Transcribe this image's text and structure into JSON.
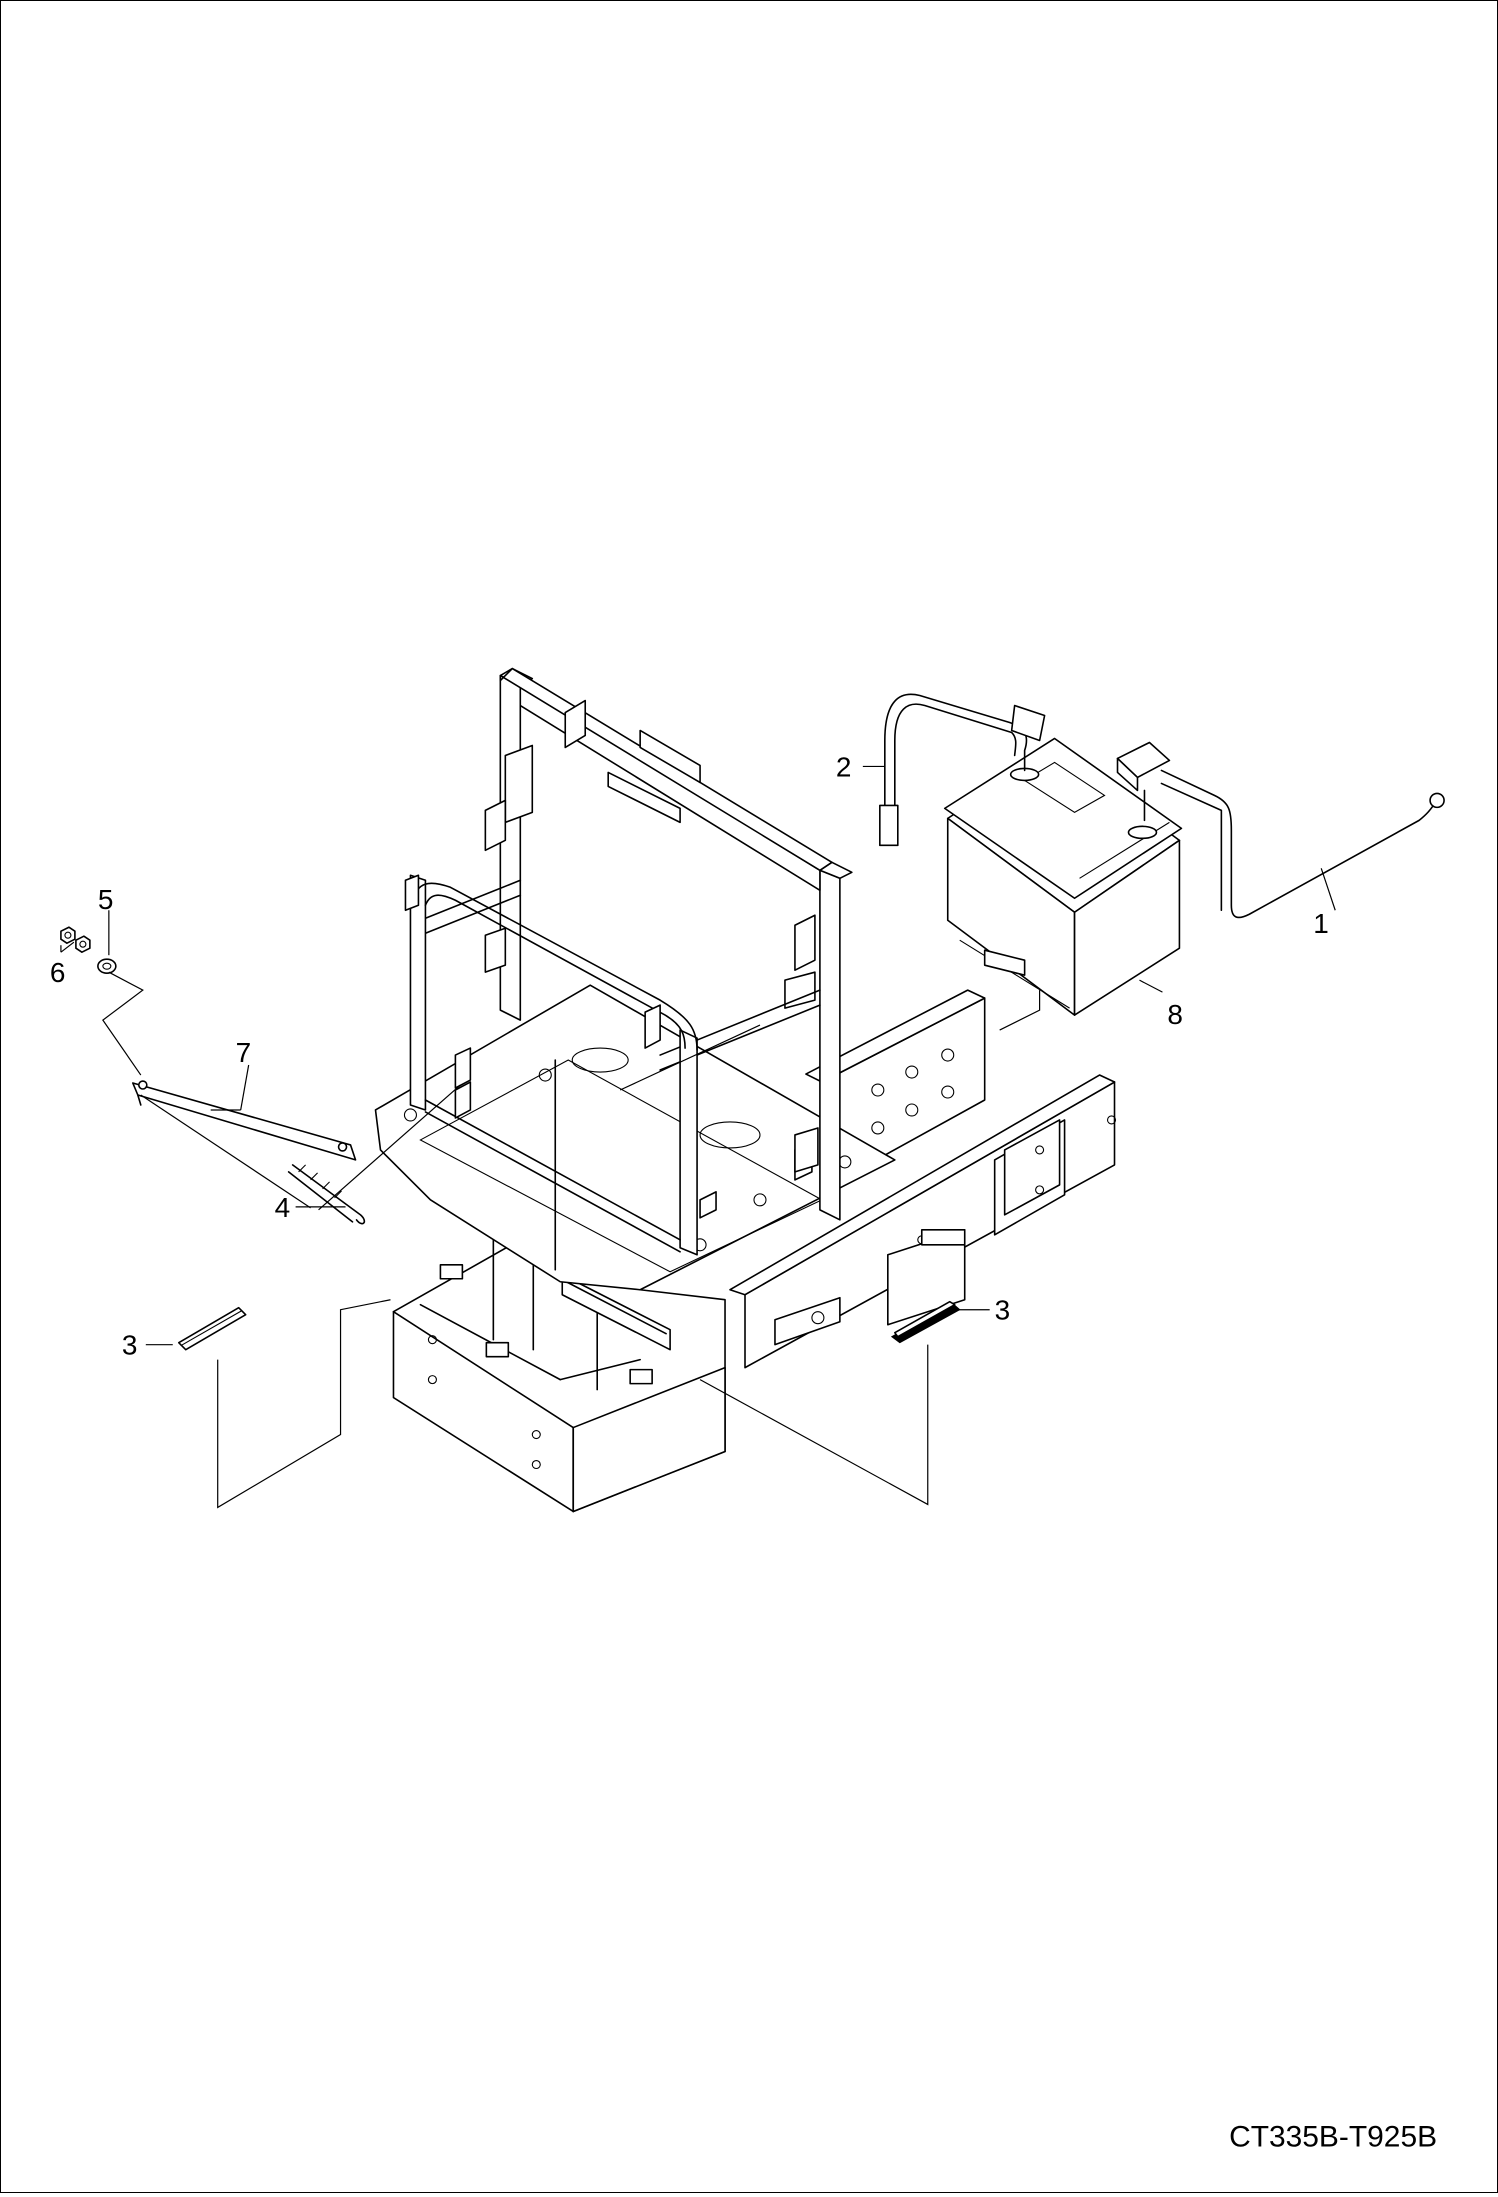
{
  "drawing": {
    "code": "CT335B-T925B",
    "callouts": [
      {
        "id": "c1",
        "label": "1"
      },
      {
        "id": "c2",
        "label": "2"
      },
      {
        "id": "c3a",
        "label": "3"
      },
      {
        "id": "c3b",
        "label": "3"
      },
      {
        "id": "c4",
        "label": "4"
      },
      {
        "id": "c5",
        "label": "5"
      },
      {
        "id": "c6",
        "label": "6"
      },
      {
        "id": "c7",
        "label": "7"
      },
      {
        "id": "c8",
        "label": "8"
      }
    ]
  }
}
